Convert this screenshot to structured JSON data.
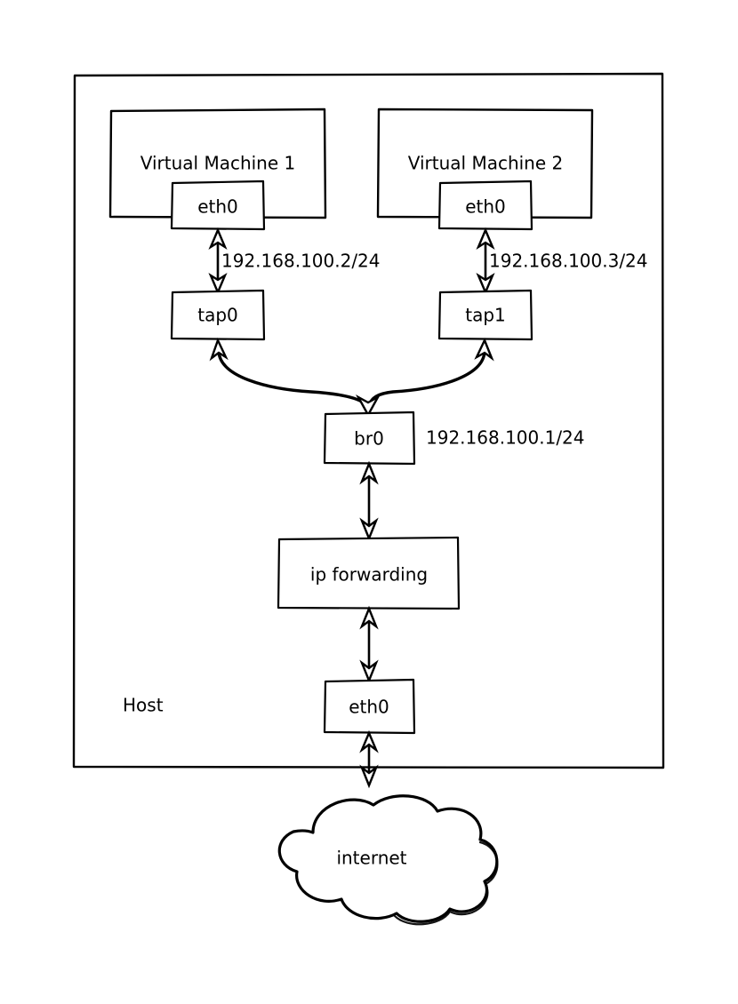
{
  "diagram": {
    "title_label": "Host",
    "host_boundary_name": "Host",
    "vms": [
      {
        "name": "Virtual Machine 1",
        "nic_label": "eth0",
        "tap_label": "tap0",
        "ip_label": "192.168.100.2/24"
      },
      {
        "name": "Virtual Machine 2",
        "nic_label": "eth0",
        "tap_label": "tap1",
        "ip_label": "192.168.100.3/24"
      }
    ],
    "bridge": {
      "label": "br0",
      "ip_label": "192.168.100.1/24"
    },
    "forwarding": {
      "label": "ip forwarding"
    },
    "host_nic": {
      "label": "eth0"
    },
    "external": {
      "label": "internet"
    },
    "colors": {
      "stroke": "#000000",
      "fill": "#ffffff",
      "text": "#000000"
    }
  }
}
